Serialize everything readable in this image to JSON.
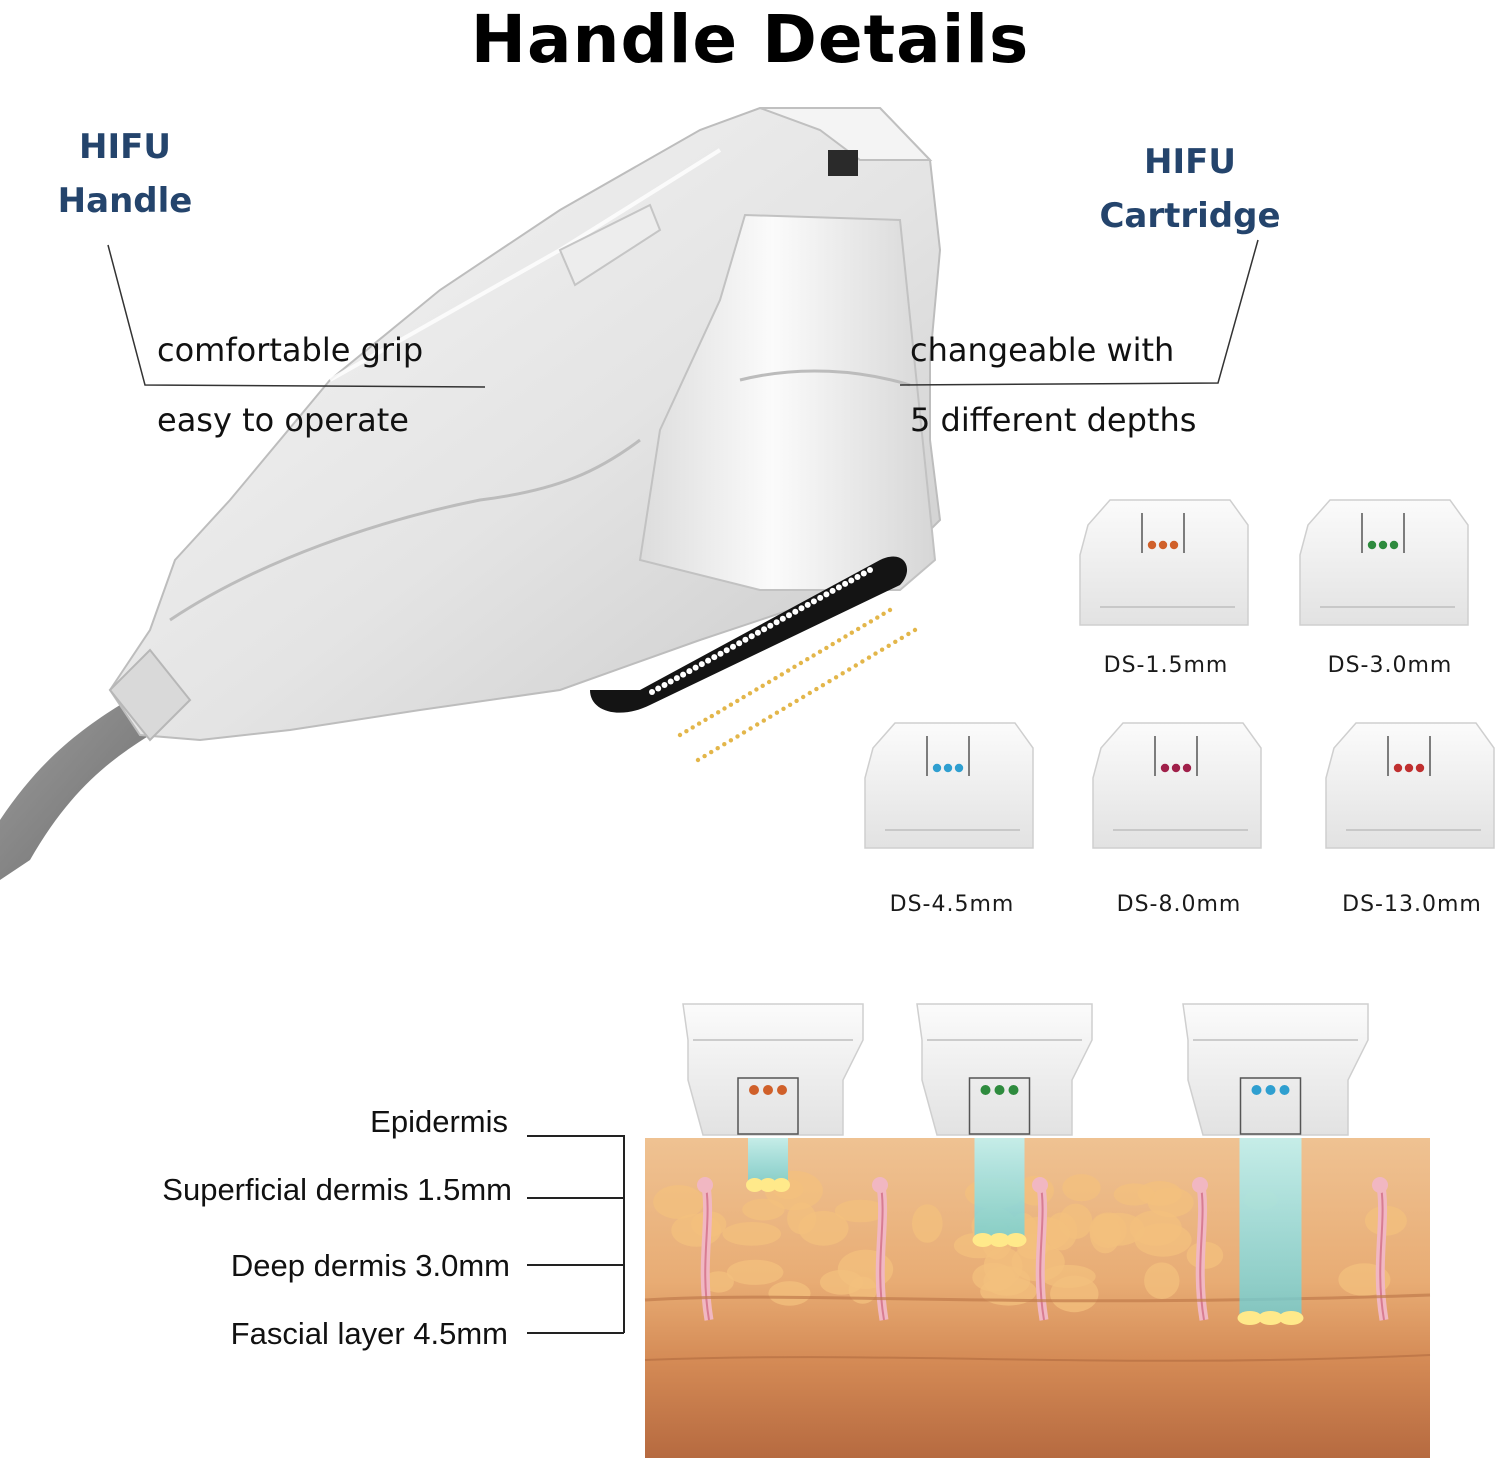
{
  "title": "Handle Details",
  "handle": {
    "title_line1": "HIFU",
    "title_line2": "Handle",
    "feature_line1": "comfortable grip",
    "feature_line2": "easy to operate"
  },
  "cartridge": {
    "title_line1": "HIFU",
    "title_line2": "Cartridge",
    "feature_line1": "changeable with",
    "feature_line2": "5 different depths"
  },
  "depths": [
    {
      "label": "DS-1.5mm",
      "dot_color": "#d0602a"
    },
    {
      "label": "DS-3.0mm",
      "dot_color": "#2e8b3e"
    },
    {
      "label": "DS-4.5mm",
      "dot_color": "#2f9fd0"
    },
    {
      "label": "DS-8.0mm",
      "dot_color": "#a0204a"
    },
    {
      "label": "DS-13.0mm",
      "dot_color": "#c03030"
    }
  ],
  "layers": [
    {
      "label": "Epidermis"
    },
    {
      "label": "Superficial dermis 1.5mm"
    },
    {
      "label": "Deep dermis 3.0mm"
    },
    {
      "label": "Fascial layer 4.5mm"
    }
  ],
  "colors": {
    "callout_title": "#24446c",
    "skin_top": "#e9b47f",
    "skin_bottom": "#b86a3e",
    "beam": "#7fe0e8",
    "focus": "#ffe98a"
  }
}
